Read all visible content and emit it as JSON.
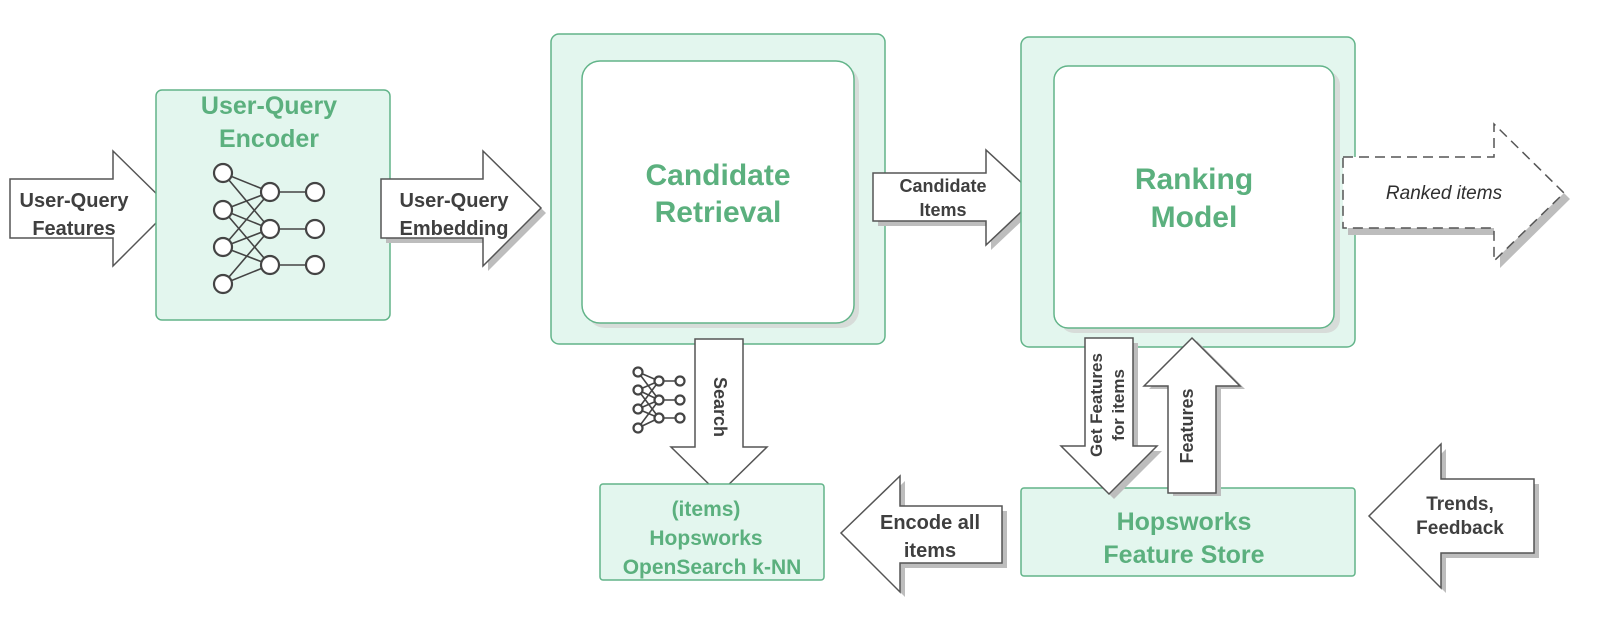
{
  "encoder": {
    "title_line1": "User-Query",
    "title_line2": "Encoder",
    "icon": "neural-network-icon"
  },
  "candidate_retrieval": {
    "line1": "Candidate",
    "line2": "Retrieval"
  },
  "ranking_model": {
    "line1": "Ranking",
    "line2": "Model"
  },
  "knn": {
    "line1": "(items)",
    "line2": "Hopsworks",
    "line3": "OpenSearch k-NN"
  },
  "feature_store": {
    "line1": "Hopsworks",
    "line2": "Feature Store"
  },
  "arrows": {
    "user_query_features": {
      "line1": "User-Query",
      "line2": "Features"
    },
    "user_query_embedding": {
      "line1": "User-Query",
      "line2": "Embedding"
    },
    "candidate_items": {
      "line1": "Candidate",
      "line2": "Items"
    },
    "ranked_items": "Ranked items",
    "search": "Search",
    "get_features": {
      "line1": "Get Features",
      "line2": "for items"
    },
    "features": "Features",
    "encode_all_items": {
      "line1": "Encode all",
      "line2": "items"
    },
    "trends_feedback": {
      "line1": "Trends,",
      "line2": "Feedback"
    }
  },
  "colors": {
    "accent_green": "#5bb07e",
    "box_fill": "#e3f6ee",
    "arrow_stroke": "#555555"
  }
}
